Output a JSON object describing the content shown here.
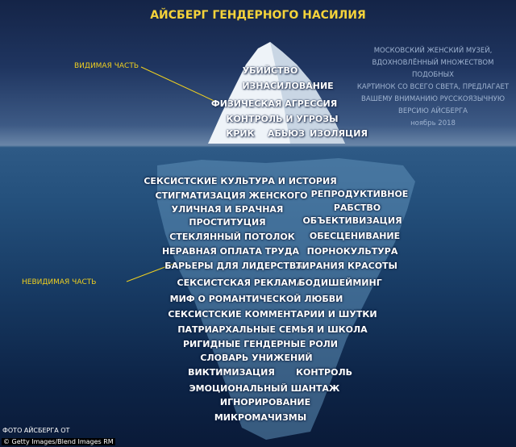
{
  "title": "АЙСБЕРГ ГЕНДЕРНОГО НАСИЛИЯ",
  "labels": {
    "visible": "ВИДИМАЯ ЧАСТЬ",
    "invisible": "НЕВИДИМАЯ ЧАСТЬ"
  },
  "note": [
    "МОСКОВСКИЙ ЖЕНСКИЙ МУЗЕЙ,",
    "ВДОХНОВЛЁННЫЙ МНОЖЕСТВОМ ПОДОБНЫХ",
    "КАРТИНОК СО ВСЕГО СВЕТА, ПРЕДЛАГАЕТ",
    "ВАШЕМУ ВНИМАНИЮ РУССКОЯЗЫЧНУЮ",
    "ВЕРСИЮ АЙСБЕРГА",
    "ноябрь 2018"
  ],
  "visible": [
    "УБИЙСТВО",
    "ИЗНАСИЛОВАНИЕ",
    "ФИЗИЧЕСКАЯ АГРЕССИЯ",
    "КОНТРОЛЬ И УГРОЗЫ",
    "КРИК",
    "АБЬЮЗ",
    "ИЗОЛЯЦИЯ"
  ],
  "hidden": [
    "СЕКСИСТСКИЕ КУЛЬТУРА И ИСТОРИЯ",
    "СТИГМАТИЗАЦИЯ ЖЕНСКОГО",
    "УЛИЧНАЯ И БРАЧНАЯ",
    "ПРОСТИТУЦИЯ",
    "СТЕКЛЯННЫЙ ПОТОЛОК",
    "НЕРАВНАЯ ОПЛАТА ТРУДА",
    "БАРЬЕРЫ ДЛЯ ЛИДЕРСТВА",
    "СЕКСИСТСКАЯ РЕКЛАМА",
    "РЕПРОДУКТИВНОЕ",
    "РАБСТВО",
    "ОБЪЕКТИВИЗАЦИЯ",
    "ОБЕСЦЕНИВАНИЕ",
    "ПОРНОКУЛЬТУРА",
    "ТИРАНИЯ КРАСОТЫ",
    "БОДИШЕЙМИНГ",
    "МИФ О РОМАНТИЧЕСКОЙ ЛЮБВИ",
    "СЕКСИСТСКИЕ КОММЕНТАРИИ И ШУТКИ",
    "ПАТРИАРХАЛЬНЫЕ СЕМЬЯ И ШКОЛА",
    "РИГИДНЫЕ ГЕНДЕРНЫЕ РОЛИ",
    "СЛОВАРЬ УНИЖЕНИЙ",
    "ВИКТИМИЗАЦИЯ",
    "КОНТРОЛЬ",
    "ЭМОЦИОНАЛЬНЫЙ ШАНТАЖ",
    "ИГНОРИРОВАНИЕ",
    "МИКРОМАЧИЗМЫ"
  ],
  "footer": {
    "photo": "ФОТО АЙСБЕРГА ОТ",
    "credit": "© Getty Images/Blend Images RM"
  }
}
